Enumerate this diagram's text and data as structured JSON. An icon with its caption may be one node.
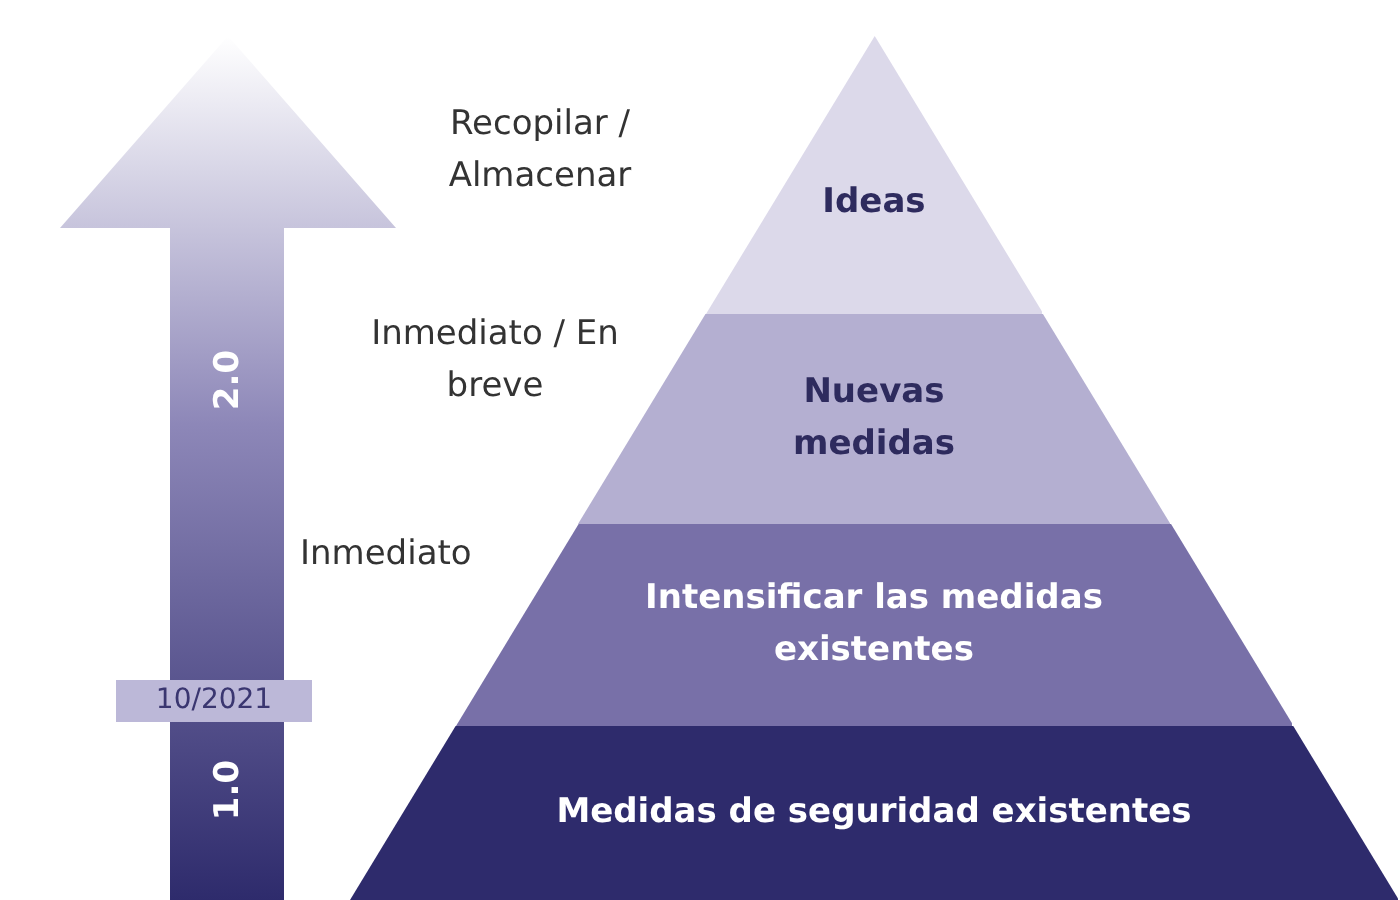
{
  "diagram": {
    "nodes": [
      {
        "text": [
          "Ideas"
        ]
      },
      {
        "text": [
          "Nuevas medidas"
        ]
      },
      {
        "text": [
          "Intensificar las medidas existentes"
        ]
      },
      {
        "text": [
          "Medidas de seguridad existentes"
        ]
      },
      {
        "text": [
          "10/2021"
        ]
      }
    ],
    "labels": [
      "Recopilar / Almacenar",
      "Inmediato / En breve",
      "Inmediato",
      "2.0",
      "1.0"
    ]
  }
}
